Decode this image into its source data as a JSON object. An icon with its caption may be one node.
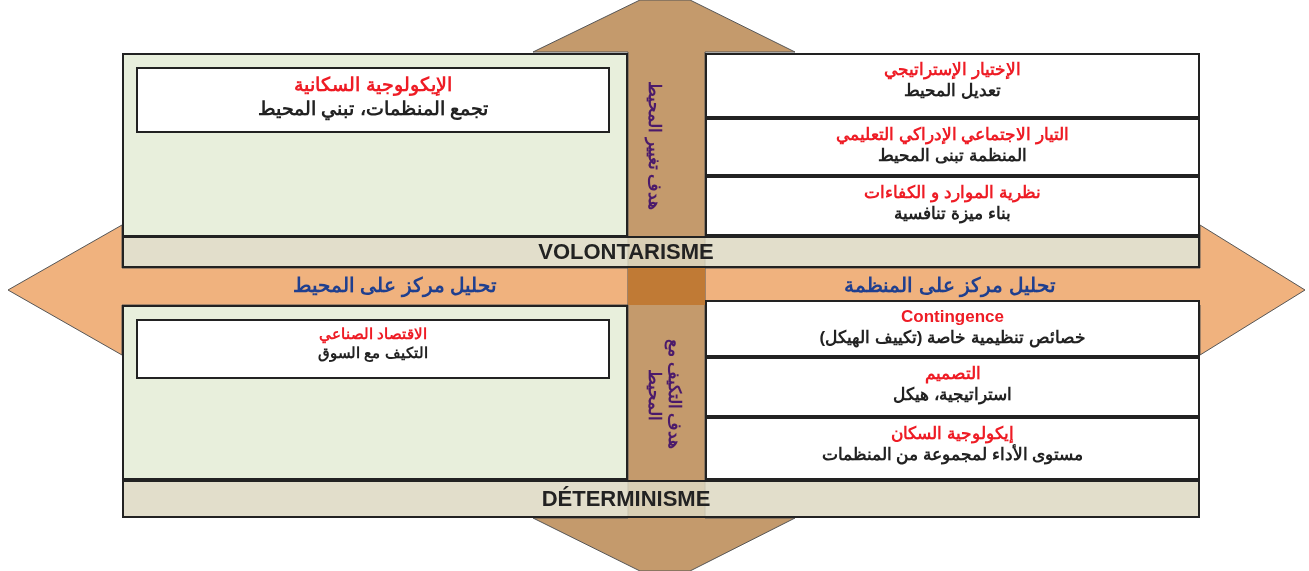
{
  "diagram": {
    "nodes": [
      {
        "text": [],
        "shape": "box"
      },
      {
        "text": [
          "الإيكولوجية السكانية",
          "تجمع المنظمات، تبني المحيط"
        ],
        "in": 0
      },
      {
        "text": [
          "الإختيار الإستراتيجي",
          "تعديل المحيط"
        ]
      },
      {
        "text": [
          "التيار الاجتماعي الإدراكي التعليمي",
          "المنظمة تبنى المحيط"
        ]
      },
      {
        "text": [
          "نظرية الموارد و الكفاءات",
          "بناء ميزة تنافسية"
        ]
      },
      {
        "text": [
          "VOLONTARISME"
        ]
      },
      {
        "text": [],
        "shape": "box"
      },
      {
        "text": [
          "الاقتصاد الصناعي",
          "التكيف مع السوق"
        ],
        "in": 6
      },
      {
        "text": [
          "Contingence",
          "خصائص تنظيمية خاصة (تكييف الهيكل)"
        ]
      },
      {
        "text": [
          "التصميم",
          "استراتيجية، هيكل"
        ]
      },
      {
        "text": [
          "إيكولوجية السكان",
          "مستوى الأداء لمجموعة من المنظمات"
        ]
      },
      {
        "text": [
          "DÉTERMINISME"
        ]
      }
    ],
    "edges": [],
    "labels": [
      "هدف تغيير المحيط",
      "تحليل مركز على المحيط",
      "تحليل مركز على المنظمة",
      "هدف التكيف مع المحيط"
    ]
  }
}
